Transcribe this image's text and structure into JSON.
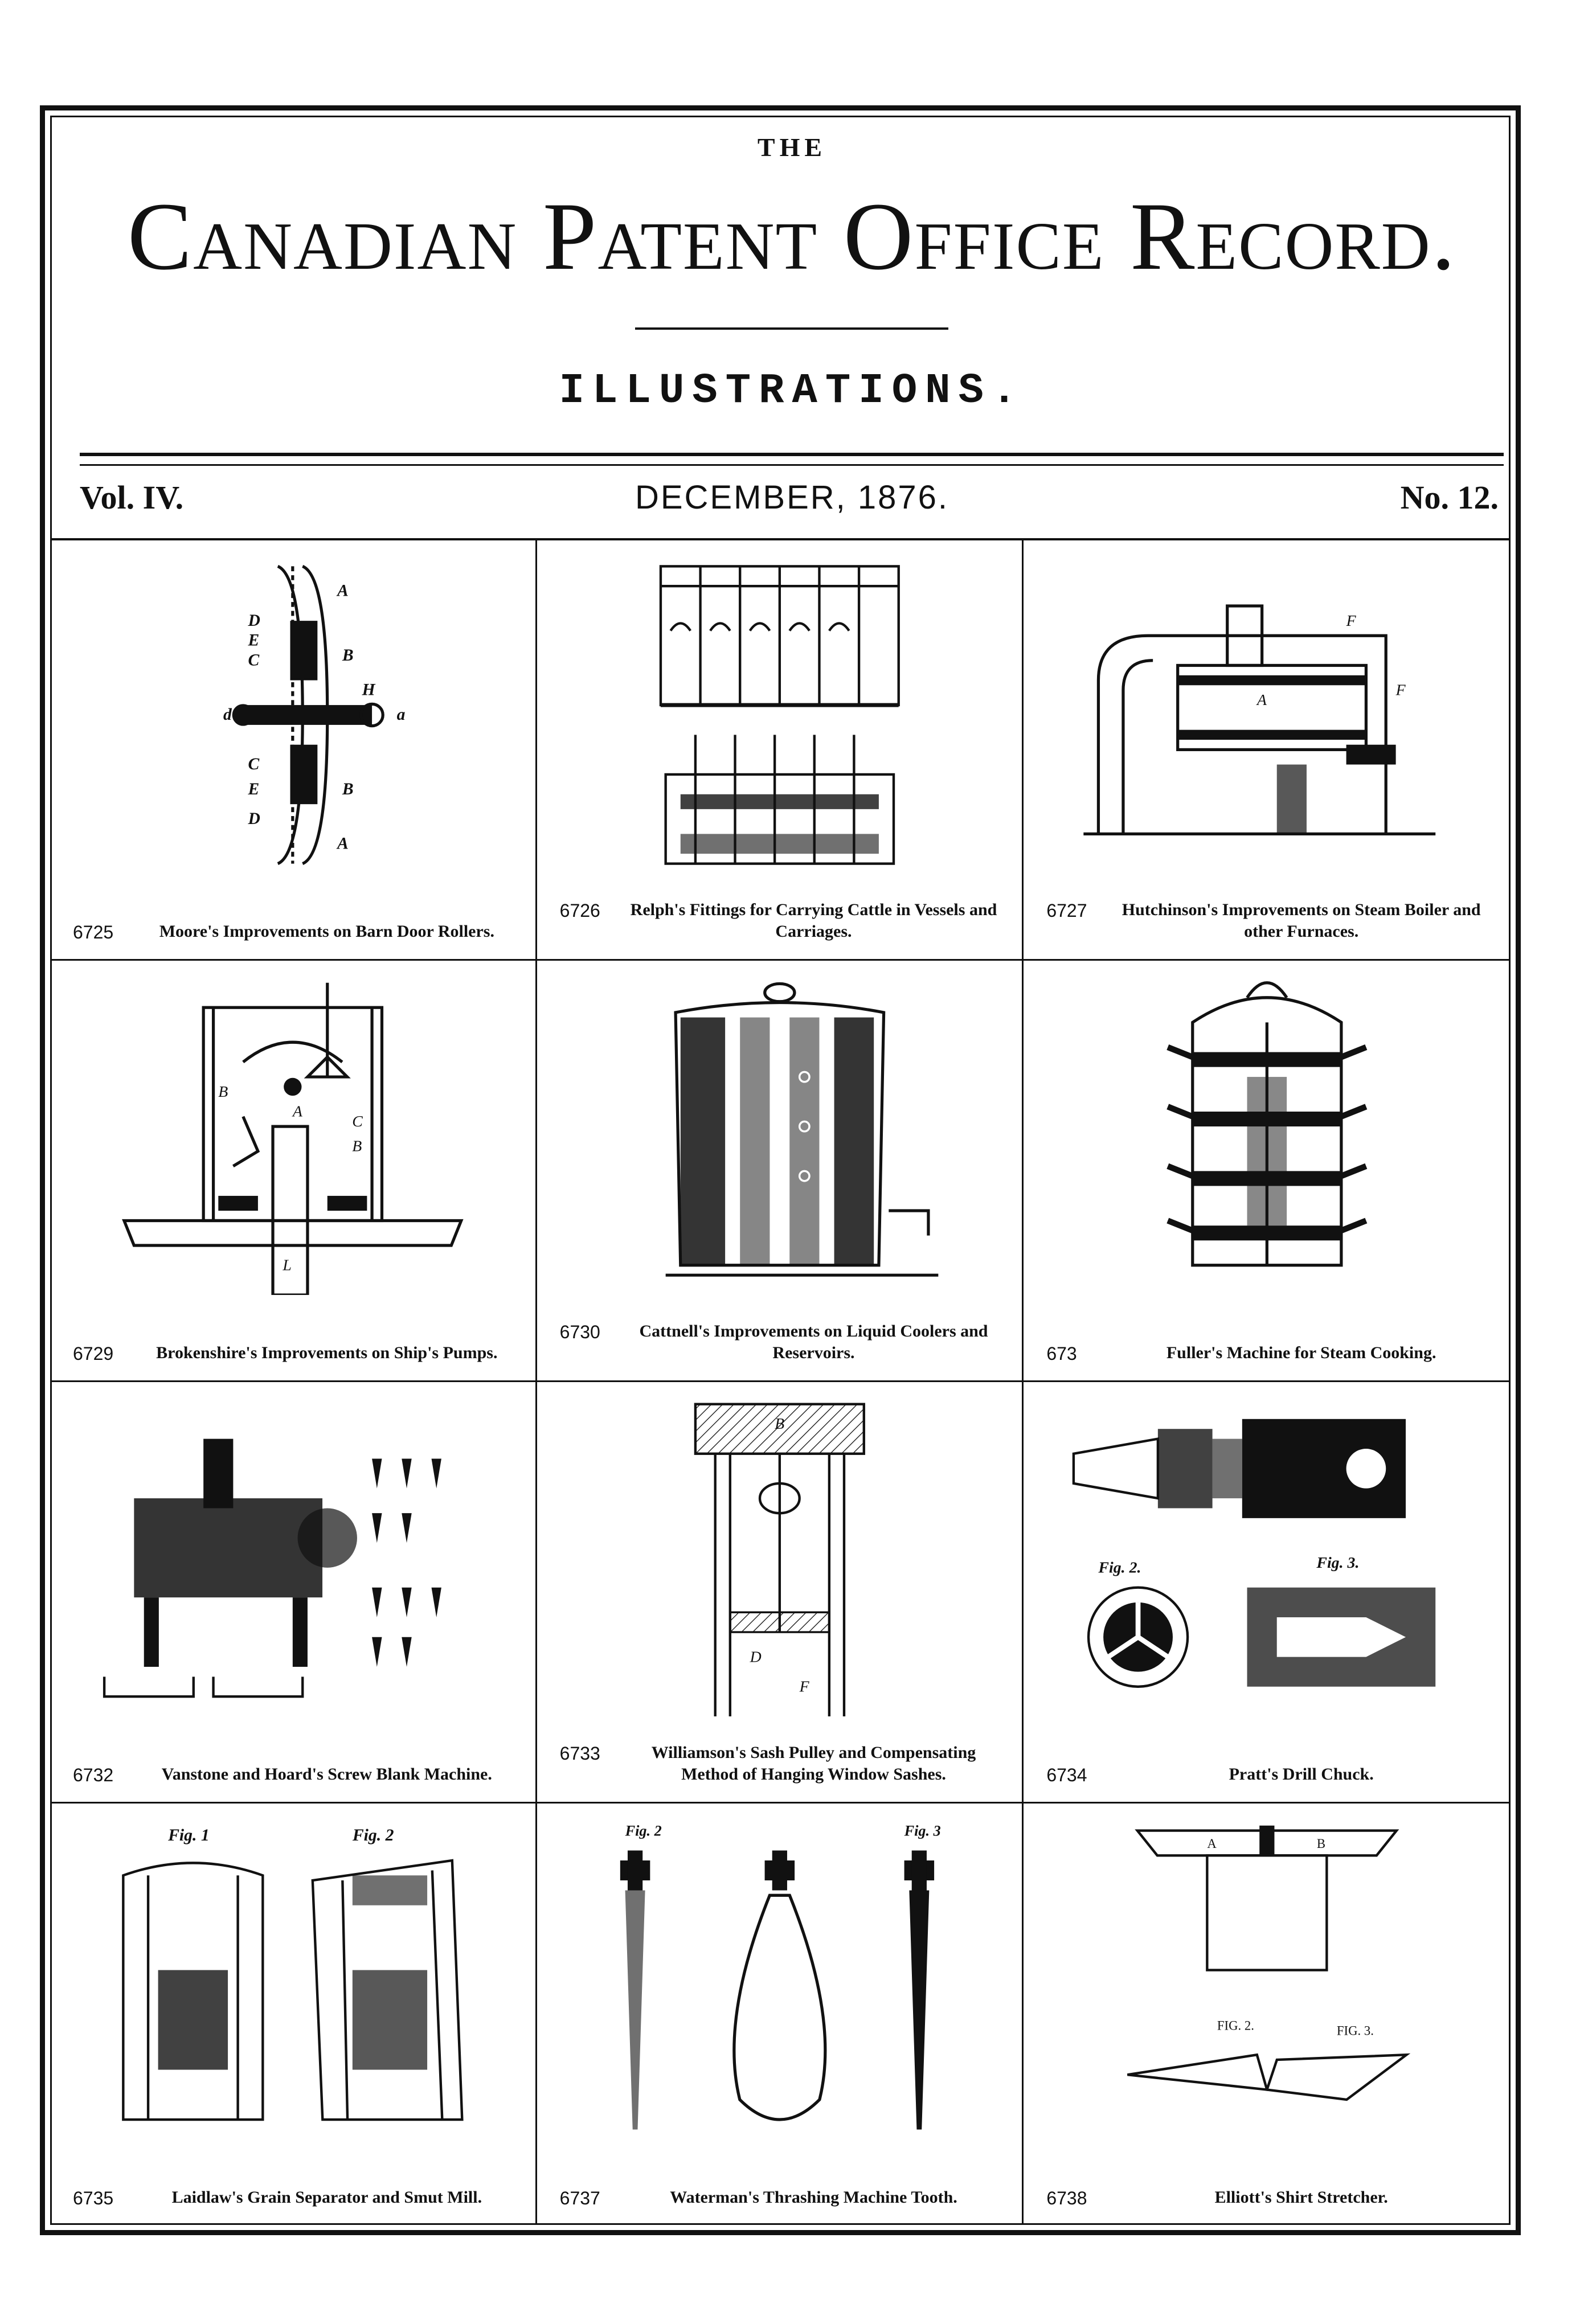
{
  "header": {
    "the": "THE",
    "title": "Canadian Patent Office Record.",
    "subtitle": "ILLUSTRATIONS.",
    "volume": "Vol. IV.",
    "date": "DECEMBER, 1876.",
    "number": "No. 12."
  },
  "patents": [
    {
      "no": "6725",
      "caption": "Moore's Improvements on Barn Door Rollers."
    },
    {
      "no": "6726",
      "caption": "Relph's Fittings for Carrying Cattle in Vessels and Carriages."
    },
    {
      "no": "6727",
      "caption": "Hutchinson's Improvements on Steam Boiler and other Furnaces."
    },
    {
      "no": "6729",
      "caption": "Brokenshire's Improvements on Ship's Pumps."
    },
    {
      "no": "6730",
      "caption": "Cattnell's Improvements on Liquid Coolers and Reservoirs."
    },
    {
      "no": "673",
      "caption": "Fuller's Machine for Steam Cooking."
    },
    {
      "no": "6732",
      "caption": "Vanstone and Hoard's Screw Blank Machine."
    },
    {
      "no": "6733",
      "caption": "Williamson's Sash Pulley and Compensating Method of Hanging Window Sashes."
    },
    {
      "no": "6734",
      "caption": "Pratt's Drill Chuck."
    },
    {
      "no": "6735",
      "caption": "Laidlaw's Grain Separator and Smut Mill."
    },
    {
      "no": "6737",
      "caption": "Waterman's Thrashing Machine Tooth."
    },
    {
      "no": "6738",
      "caption": "Elliott's Shirt Stretcher."
    }
  ]
}
